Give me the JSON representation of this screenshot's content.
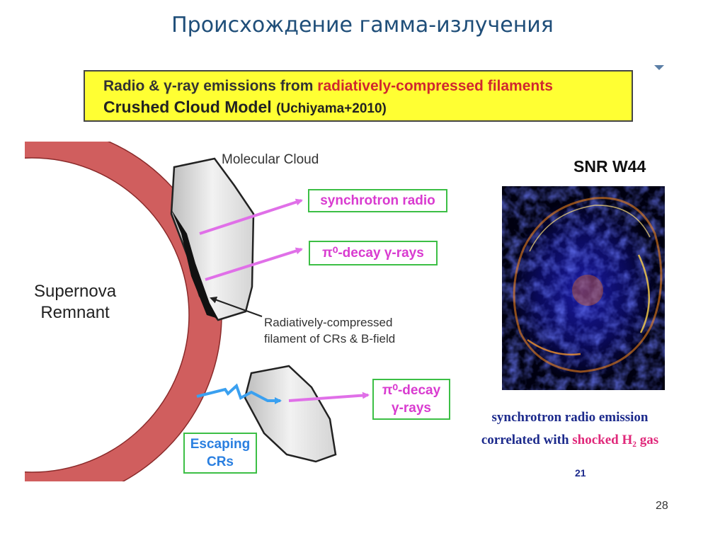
{
  "slide": {
    "title": "Происхождение гамма-излучения",
    "page_number": "28"
  },
  "banner": {
    "line1_prefix": "Radio & γ-ray emissions from ",
    "line1_highlight": "radiatively-compressed filaments",
    "line2_main": "Crushed Cloud Model ",
    "line2_ref": "(Uchiyama+2010)"
  },
  "diagram": {
    "molecular_cloud": "Molecular Cloud",
    "supernova_line1": "Supernova",
    "supernova_line2": "Remnant",
    "synchrotron_radio": "synchrotron radio",
    "pi0_decay_top": "π⁰-decay γ-rays",
    "filament_line1": "Radiatively-compressed",
    "filament_line2": "filament of CRs & B-field",
    "pi0_decay_bottom_line1": "π⁰-decay",
    "pi0_decay_bottom_line2": "γ-rays",
    "escaping_line1": "Escaping",
    "escaping_line2": "CRs"
  },
  "image_panel": {
    "title": "SNR W44",
    "caption_line1": "synchrotron radio emission",
    "caption_line2_prefix": "correlated with ",
    "caption_line2_highlight": "shocked H₂ gas",
    "reference_number": "21"
  },
  "colors": {
    "title": "#1f4e79",
    "banner_background": "#ffff33",
    "banner_highlight": "#d0282f",
    "remnant_ring": "#d05e5e",
    "label_border": "#3cbf45",
    "magenta_arrow": "#e070e8",
    "blue_arrow": "#3aa0f0",
    "caption": "#1c2a8c",
    "caption_highlight": "#e0287a"
  }
}
